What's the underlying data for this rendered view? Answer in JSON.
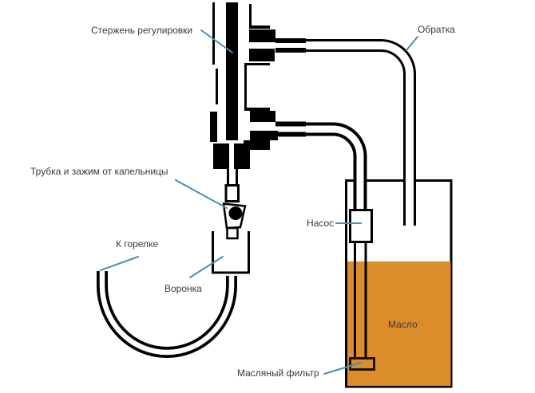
{
  "colors": {
    "background": "#ffffff",
    "oil": "#dd8c2b",
    "leader": "#4a8fb5",
    "text": "#3a3a3a",
    "line_art": "#000000",
    "filter_outline": "#1c1006"
  },
  "labels": {
    "regulation_rod": "Стержень регулировки",
    "return_line": "Обратка",
    "dropper_tube": "Трубка и зажим от капельницы",
    "to_burner": "К горелке",
    "funnel": "Воронка",
    "pump": "Насос",
    "oil": "Масло",
    "oil_filter": "Масляный фильтр"
  }
}
